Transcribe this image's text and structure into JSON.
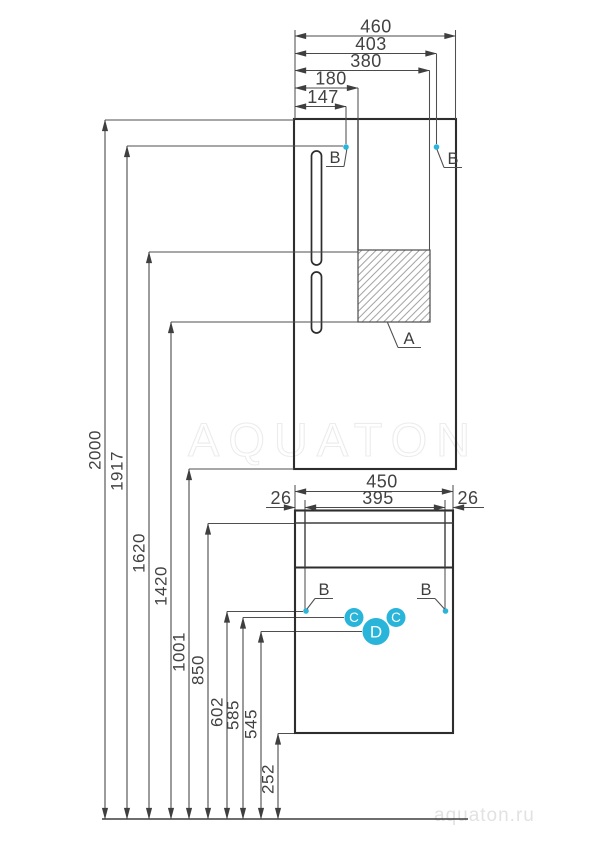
{
  "watermarks": {
    "brand": "AQUATON",
    "website": "aquaton.ru"
  },
  "dims": {
    "top": {
      "d460": "460",
      "d403": "403",
      "d380": "380",
      "d180": "180",
      "d147": "147"
    },
    "heights": {
      "h2000": "2000",
      "h1917": "1917",
      "h1620": "1620",
      "h1420": "1420",
      "h1001": "1001",
      "h850": "850",
      "h602": "602",
      "h585": "585",
      "h545": "545",
      "h252": "252"
    },
    "bottom": {
      "d450": "450",
      "d395": "395",
      "d26_left": "26",
      "d26_right": "26"
    }
  },
  "callouts": {
    "a": "A",
    "b": "B",
    "c": "C",
    "d": "D"
  },
  "colors": {
    "accent": "#29b4d9",
    "line": "#3f3f3f",
    "line_dark": "#2d2d2d",
    "watermark": "#ececec"
  }
}
